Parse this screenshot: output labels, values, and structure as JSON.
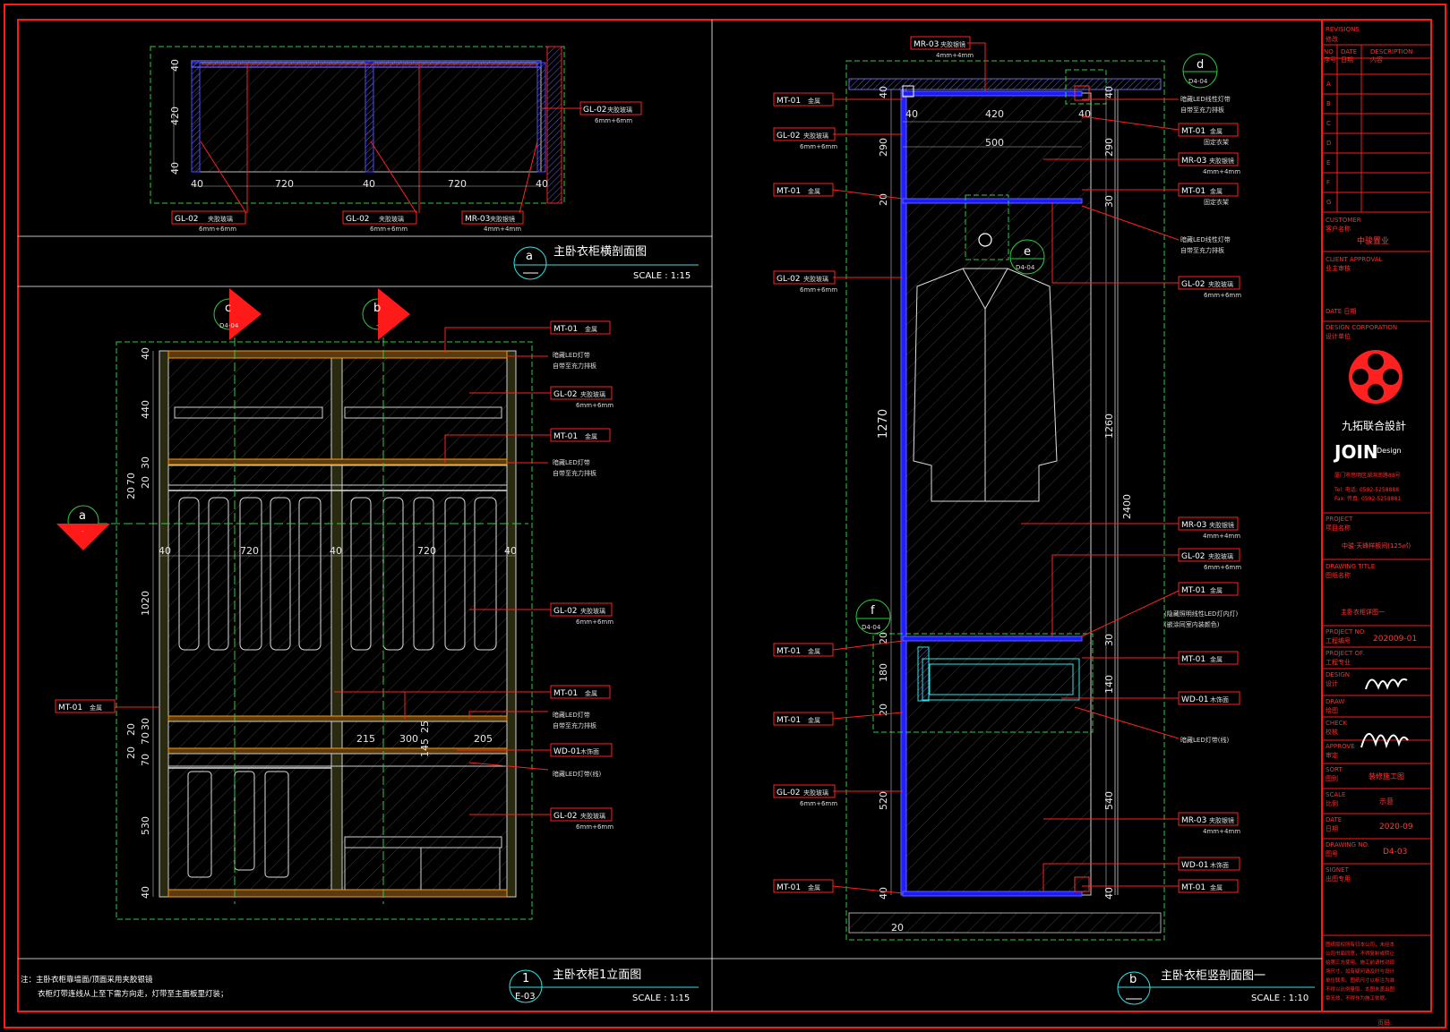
{
  "views": {
    "top_section": {
      "title": "主卧衣柜横剖面图",
      "bubble": "a",
      "scale": "SCALE : 1:15",
      "dims_h": [
        "40",
        "720",
        "40",
        "720",
        "40"
      ],
      "dims_v": [
        "40",
        "420",
        "40"
      ],
      "callouts": [
        {
          "code": "GL-02",
          "name": "夹胶玻璃",
          "spec": "6mm+6mm"
        },
        {
          "code": "GL-02",
          "name": "夹胶玻璃",
          "spec": "6mm+6mm"
        },
        {
          "code": "GL-02",
          "name": "夹胶玻璃",
          "spec": "6mm+6mm"
        },
        {
          "code": "MR-03",
          "name": "夹胶银镜",
          "spec": "4mm+4mm"
        }
      ]
    },
    "elevation": {
      "title": "主卧衣柜1立面图",
      "bubble_num": "1",
      "bubble_ref": "E-03",
      "scale": "SCALE : 1:15",
      "markers": [
        {
          "letter": "c",
          "ref": "D4-04"
        },
        {
          "letter": "b",
          "ref": "-"
        },
        {
          "letter": "a",
          "ref": "-"
        }
      ],
      "dims_v": [
        "40",
        "440",
        "30",
        "20",
        "70",
        "20",
        "1020",
        "30",
        "20",
        "70",
        "20",
        "70",
        "530",
        "40"
      ],
      "dims_h": [
        "40",
        "720",
        "40",
        "720",
        "40"
      ],
      "dims_inner": [
        "215",
        "300",
        "205",
        "145",
        "25"
      ],
      "callouts": [
        {
          "code": "MT-01",
          "name": "金属"
        },
        {
          "code": "",
          "name": "暗藏LED灯带",
          "name2": "自带至充力排板"
        },
        {
          "code": "GL-02",
          "name": "夹胶玻璃",
          "spec": "6mm+6mm"
        },
        {
          "code": "MT-01",
          "name": "金属"
        },
        {
          "code": "",
          "name": "暗藏LED灯带",
          "name2": "自带至充力排板"
        },
        {
          "code": "GL-02",
          "name": "夹胶玻璃",
          "spec": "6mm+6mm"
        },
        {
          "code": "MT-01",
          "name": "金属"
        },
        {
          "code": "",
          "name": "暗藏LED灯带",
          "name2": "自带至充力排板"
        },
        {
          "code": "WD-01",
          "name": "木饰面"
        },
        {
          "code": "",
          "name": "暗藏LED灯带(线)"
        },
        {
          "code": "GL-02",
          "name": "夹胶玻璃",
          "spec": "6mm+6mm"
        },
        {
          "code": "MT-01",
          "name": "金属"
        }
      ],
      "note_1": "注：主卧衣柜靠墙面/顶面采用夹胶银镜",
      "note_2": "衣柜灯带连线从上至下需方向走，灯带至主面板里灯装；"
    },
    "vertical_section": {
      "title": "主卧衣柜竖剖面图一",
      "bubble": "b",
      "scale": "SCALE : 1:10",
      "markers": [
        {
          "letter": "d",
          "ref": "D4-04"
        },
        {
          "letter": "e",
          "ref": "D4-04"
        },
        {
          "letter": "f",
          "ref": "D4-04"
        }
      ],
      "dims_top": [
        "40",
        "420",
        "40",
        "500"
      ],
      "dims_left": [
        "40",
        "290",
        "20",
        "1270",
        "20",
        "180",
        "20",
        "520",
        "40"
      ],
      "dims_right": [
        "40",
        "290",
        "30",
        "1260",
        "30",
        "140",
        "540",
        "40",
        "2400"
      ],
      "dim_bottom": "20",
      "callouts": [
        {
          "code": "MR-03",
          "name": "夹胶银镜",
          "spec": "4mm+4mm"
        },
        {
          "code": "MT-01",
          "name": "金属"
        },
        {
          "code": "GL-02",
          "name": "夹胶玻璃",
          "spec": "6mm+6mm"
        },
        {
          "code": "MT-01",
          "name": "金属"
        },
        {
          "code": "GL-02",
          "name": "夹胶玻璃",
          "spec": "6mm+6mm"
        },
        {
          "code": "MT-01",
          "name": "金属"
        },
        {
          "code": "MT-01",
          "name": "金属"
        },
        {
          "code": "GL-02",
          "name": "夹胶玻璃",
          "spec": "6mm+6mm"
        },
        {
          "code": "MT-01",
          "name": "金属"
        },
        {
          "code": "",
          "name": "暗藏LED线性灯带",
          "name2": "自带至充力排板"
        },
        {
          "code": "MT-01",
          "name": "金属",
          "spec": "固定衣架"
        },
        {
          "code": "MR-03",
          "name": "夹胶银镜",
          "spec": "4mm+4mm"
        },
        {
          "code": "MT-01",
          "name": "金属",
          "spec": "固定衣架"
        },
        {
          "code": "",
          "name": "暗藏LED线性灯带",
          "name2": "自带至充力排板"
        },
        {
          "code": "GL-02",
          "name": "夹胶玻璃",
          "spec": "6mm+6mm"
        },
        {
          "code": "MR-03",
          "name": "夹胶银镜",
          "spec": "4mm+4mm"
        },
        {
          "code": "GL-02",
          "name": "夹胶玻璃",
          "spec": "6mm+6mm"
        },
        {
          "code": "MT-01",
          "name": "金属"
        },
        {
          "code": "",
          "name": "(隐藏照明线性LED灯内灯)",
          "name2": "(嵌涂同室内装颜色)"
        },
        {
          "code": "MT-01",
          "name": "金属"
        },
        {
          "code": "WD-01",
          "name": "木饰面"
        },
        {
          "code": "",
          "name": "暗藏LED灯带(线)"
        },
        {
          "code": "MR-03",
          "name": "夹胶银镜",
          "spec": "4mm+4mm"
        },
        {
          "code": "WD-01",
          "name": "木饰面"
        },
        {
          "code": "MT-01",
          "name": "金属"
        }
      ]
    }
  },
  "title_block": {
    "revisions": "REVISIONS",
    "revisions_cn": "修改",
    "rev_headers": [
      "NO",
      "DATE",
      "DESCRIPTION"
    ],
    "rev_headers_cn": [
      "序号",
      "日期",
      "内容"
    ],
    "rev_rows": [
      "A",
      "B",
      "C",
      "D",
      "E",
      "F",
      "G"
    ],
    "customer": "CUSTOMER",
    "customer_cn": "客户名称",
    "customer_value": "中骏置业",
    "client_approval": "CLIENT APPROVAL",
    "client_approval_cn": "业主审核",
    "date_label": "DATE 日期",
    "design_corp": "DESIGN CORPORATION",
    "design_corp_cn": "设计单位",
    "logo_cn": "九拓联合設計",
    "logo_en": "JOIN",
    "logo_en2": "Design",
    "address": "厦门市思明区湖滨南路88号",
    "tel": "Tel: 电话: 0592-5258888",
    "fax": "Fax: 传真: 0592-5258881",
    "project": "PROJECT",
    "project_cn": "项目名称",
    "project_value": "中骏·天峰样板间(125㎡)",
    "drawing_title": "DRAWING TITLE",
    "drawing_title_cn": "图纸名称",
    "drawing_title_value": "主卧衣柜详图一",
    "project_no": "PROJECT NO",
    "project_no_cn": "工程编号",
    "project_no_value": "202009-01",
    "project_of": "PROJECT OF.",
    "project_of_cn": "工程专业",
    "design": "DESIGN",
    "design_cn": "设计",
    "draw": "DRAW",
    "draw_cn": "绘图",
    "check": "CHECK",
    "check_cn": "校核",
    "approve": "APPROVE",
    "approve_cn": "审定",
    "sort": "SORT",
    "sort_cn": "图别",
    "sort_value": "装修施工图",
    "scale": "SCALE",
    "scale_cn": "比例",
    "scale_value": "示意",
    "date": "DATE",
    "date_cn": "日期",
    "date_value": "2020-09",
    "drawing_no": "DRAWING NO.",
    "drawing_no_cn": "图号",
    "drawing_no_value": "D4-03",
    "signet": "SIGNET",
    "signet_cn": "出图专用",
    "stamp_lines": [
      "图纸版权所有归本公司，未经本",
      "公司书面同意，不得复制或转让",
      "给第三方使用。施工前请核对现",
      "场尺寸，如有疑问请及时与设计",
      "单位联系。图纸尺寸以标注为准",
      "不得以比例量取。本图未盖出图",
      "章无效，不得作为施工依据。"
    ],
    "page_footer": "页码:"
  }
}
